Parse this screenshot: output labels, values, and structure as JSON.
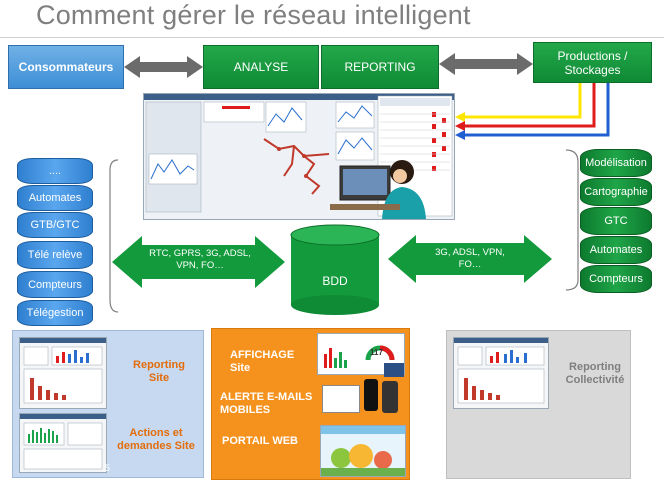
{
  "title": "Comment gérer le réseau intelligent",
  "top_boxes": {
    "consommateurs": "Consommateurs",
    "analyse": "ANALYSE",
    "reporting": "REPORTING",
    "productions": "Productions / Stockages"
  },
  "left_stack": [
    "....",
    "Automates",
    "GTB/GTC",
    "Télé relève",
    "Compteurs",
    "Télégestion"
  ],
  "right_stack": [
    "Modélisation",
    "Cartographie",
    "GTC",
    "Automates",
    "Compteurs"
  ],
  "left_arrow_text": "RTC, GPRS, 3G, ADSL, VPN, FO…",
  "right_arrow_text": "3G, ADSL, VPN, FO…",
  "bdd": "BDD",
  "panel_left": {
    "reporting_site": "Reporting Site",
    "actions": "Actions et demandes Site",
    "page_number": "5"
  },
  "panel_middle": {
    "affichage": "AFFICHAGE Site",
    "alerte": "ALERTE E-MAILS MOBILES",
    "portail": "PORTAIL WEB",
    "gauge_value": "117"
  },
  "panel_right": {
    "reporting_collectivite": "Reporting Collectivité"
  },
  "colors": {
    "green": "#129a3c",
    "blue": "#4a9be0",
    "orange": "#f5921e",
    "panel_blue": "#c6d9f1",
    "panel_gray": "#d9d9d9",
    "line_yellow": "#ffe600",
    "line_red": "#e01b1b",
    "line_blue": "#1f5fd0",
    "arrow_gray": "#6b6b6b"
  }
}
